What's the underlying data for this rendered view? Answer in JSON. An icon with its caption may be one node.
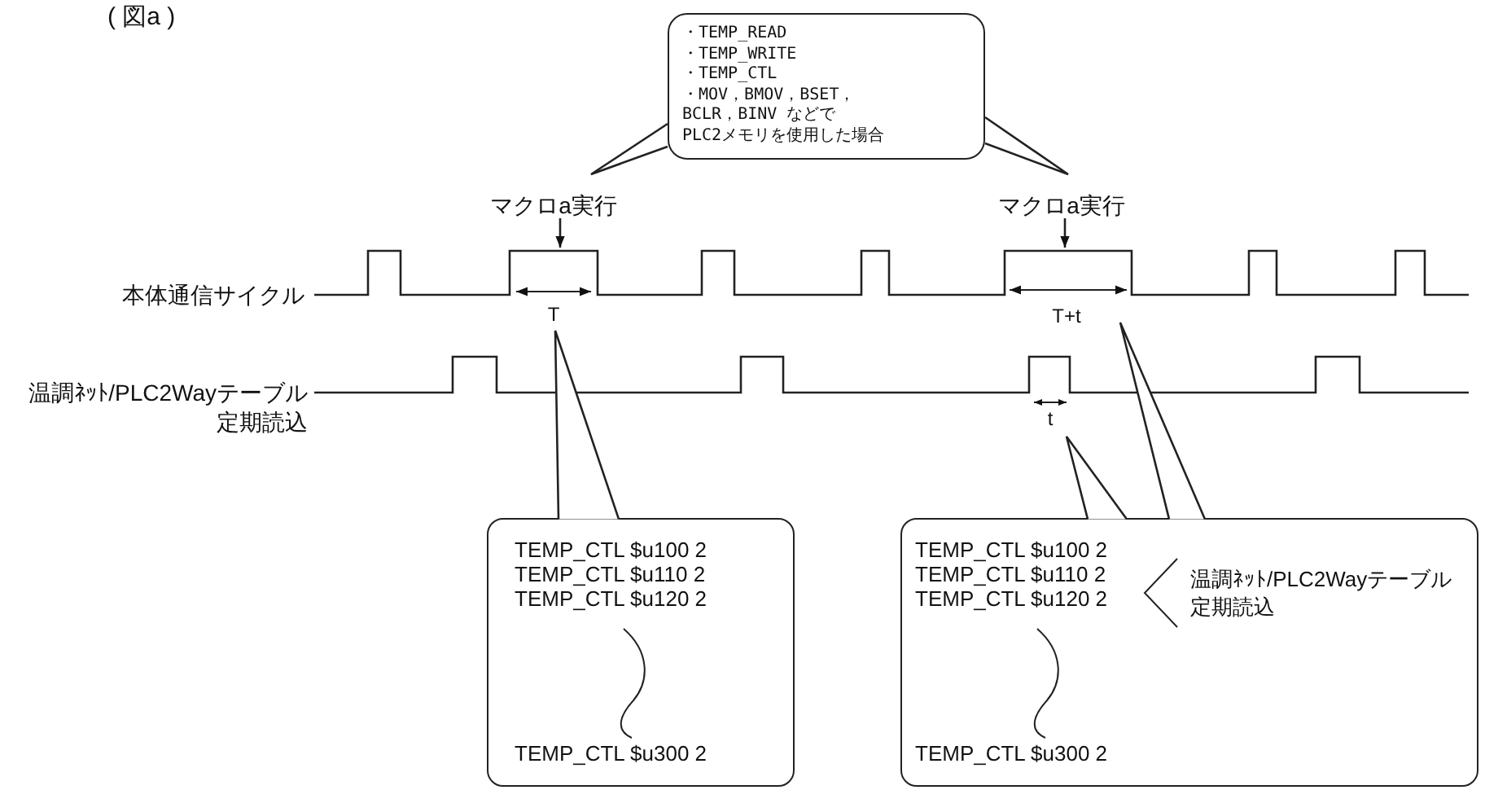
{
  "diagram": {
    "title": "( 図a )",
    "nodes": [
      {
        "text": [
          "・TEMP_READ",
          "・TEMP_WRITE",
          "・TEMP_CTL",
          "・MOV，BMOV，BSET， BCLR，BINV などで PLC2メモリを使用した場合"
        ]
      },
      {
        "text": [
          "TEMP_CTL $u100 2",
          "TEMP_CTL $u110 2",
          "TEMP_CTL $u120 2",
          "TEMP_CTL $u300 2"
        ]
      },
      {
        "text": [
          "TEMP_CTL $u100 2",
          "TEMP_CTL $u110 2",
          "TEMP_CTL $u120 2",
          "温調ﾈｯﾄ/PLC2Wayテーブル定期読込",
          "TEMP_CTL $u300 2"
        ]
      }
    ],
    "labels": [
      "マクロa実行",
      "マクロa実行",
      "本体通信サイクル",
      "温調ﾈｯﾄ/PLC2Wayテーブル定期読込",
      "T",
      "T+t",
      "t"
    ]
  }
}
